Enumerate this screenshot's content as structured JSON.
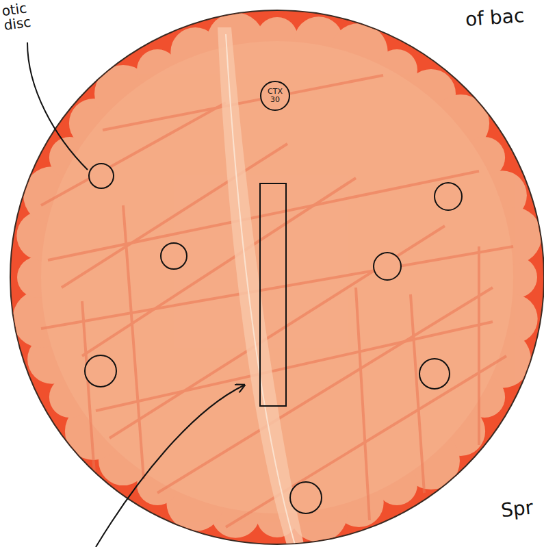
{
  "diagram": {
    "nodes": [
      {
        "text": [
          "CTX 30"
        ]
      }
    ],
    "labels": [
      "otic disc",
      "of bac",
      "Spr"
    ]
  }
}
